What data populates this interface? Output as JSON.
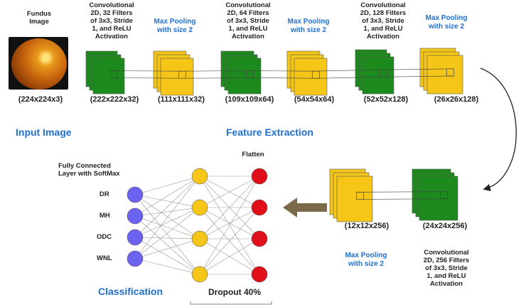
{
  "input": {
    "title": "Fundus\nImage",
    "dims": "(224x224x3)",
    "section": "Input Image"
  },
  "feature_extraction": {
    "section": "Feature Extraction",
    "conv1": {
      "label": "Convolutional\n2D, 32 Filters\nof 3x3, Stride\n1, and ReLU\nActivation",
      "dims": "(222x222x32)"
    },
    "pool1": {
      "label": "Max Pooling\nwith size 2",
      "dims": "(111x111x32)"
    },
    "conv2": {
      "label": "Convolutional\n2D, 64 Filters\nof 3x3, Stride\n1, and ReLU\nActivation",
      "dims": "(109x109x64)"
    },
    "pool2": {
      "label": "Max Pooling\nwith size 2",
      "dims": "(54x54x64)"
    },
    "conv3": {
      "label": "Convolutional\n2D, 128 Filters\nof 3x3, Stride\n1, and ReLU\nActivation",
      "dims": "(52x52x128)"
    },
    "pool3": {
      "label": "Max Pooling\nwith size 2",
      "dims": "(26x26x128)"
    }
  },
  "second_row": {
    "conv4": {
      "label": "Convolutional\n2D, 256 Filters\nof 3x3, Stride\n1, and ReLU\nActivation",
      "dims": "(24x24x256)"
    },
    "pool4": {
      "label": "Max Pooling\nwith size 2",
      "dims": "(12x12x256)"
    }
  },
  "classification": {
    "section": "Classification",
    "fc_label": "Fully Connected\nLayer with SoftMax",
    "flatten_label": "Flatten",
    "dropout_label": "Dropout 40%",
    "classes": [
      "DR",
      "MH",
      "ODC",
      "WNL"
    ]
  },
  "colors": {
    "conv": "#1c8a1c",
    "pool": "#f5c518",
    "output_node": "#6b63f0",
    "hidden_node": "#f5c518",
    "flatten_node": "#e0101a",
    "accent": "#1f6fd1",
    "arrow": "#7a6a4a"
  }
}
